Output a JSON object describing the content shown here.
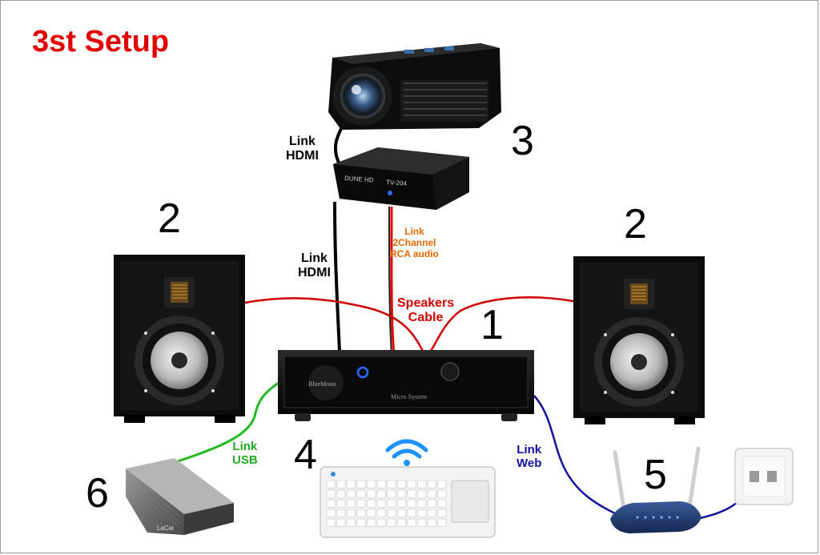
{
  "title": "3st Setup",
  "numbers": {
    "amplifier": "1",
    "speaker_left": "2",
    "speaker_right": "2",
    "media_player": "3",
    "keyboard": "4",
    "router": "5",
    "hard_drive": "6"
  },
  "links": {
    "hdmi_top": [
      "Link",
      "HDMI"
    ],
    "hdmi_bottom": [
      "Link",
      "HDMI"
    ],
    "rca": [
      "Link",
      "2Channel",
      "RCA audio"
    ],
    "speakers": [
      "Speakers",
      "Cable"
    ],
    "usb": [
      "Link",
      "USB"
    ],
    "web": [
      "Link",
      "Web"
    ]
  },
  "device_text": {
    "media_player_brand": "DUNE HD",
    "media_player_model": "TV-204",
    "amplifier_brand": "BlueMoon",
    "amplifier_model": "Micro System",
    "hard_drive_brand": "LaCie"
  },
  "colors": {
    "title": "#e00000",
    "hdmi": "#000000",
    "rca": "#e06a00",
    "speaker_cable": "#d00000",
    "usb": "#22aa22",
    "web": "#1010a0",
    "wifi": "#1e90ff"
  },
  "icons": [
    "wifi-icon",
    "projector-icon",
    "speaker-icon",
    "router-icon",
    "keyboard-icon",
    "hard-drive-icon",
    "wall-socket-icon"
  ]
}
